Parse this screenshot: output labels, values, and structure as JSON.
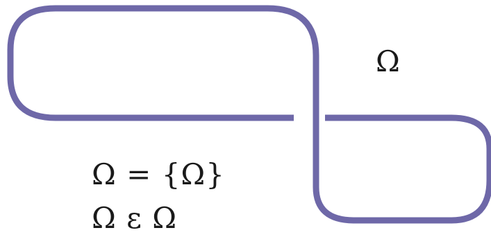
{
  "diagram": {
    "stroke_color": "#6e68a8",
    "region_label": "Ω",
    "equations": [
      "Ω = {Ω}",
      "Ω ε Ω"
    ]
  }
}
